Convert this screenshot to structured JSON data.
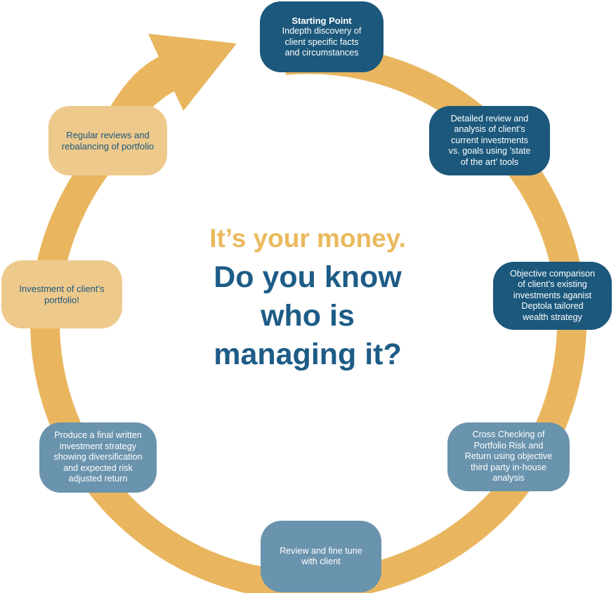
{
  "colors": {
    "dark_blue": "#1b587c",
    "slate_blue": "#6a93ad",
    "tan": "#eec98c",
    "ring_gold": "#e9b65f",
    "headline_gold": "#eab95e",
    "headline_blue": "#1d5c86"
  },
  "center": {
    "line1": "It’s your money.",
    "line2": "Do you know",
    "line3": "who is",
    "line4": "managing it?"
  },
  "steps": [
    {
      "id": "starting-point",
      "title": "Starting Point",
      "text": "Indepth discovery of\nclient specific facts\nand circumstances"
    },
    {
      "id": "detailed-review",
      "text": "Detailed review and\nanalysis of client’s\ncurrent investments\nvs. goals using ’state\nof the art’ tools"
    },
    {
      "id": "objective-comparison",
      "text": "Objective comparison\nof client’s existing\ninvestments aganist\nDeptola tailored\nwealth strategy"
    },
    {
      "id": "cross-checking",
      "text": "Cross Checking of\nPortfolio Risk and\nReturn using objective\nthird party in-house\nanalysis"
    },
    {
      "id": "review-fine-tune",
      "text": "Review and fine tune\nwith client"
    },
    {
      "id": "produce-strategy",
      "text": "Produce a final written\ninvestment strategy\nshowing diversification\nand expected risk\nadjusted return"
    },
    {
      "id": "investment-portfolio",
      "text": "Investment of client’s\nportfolio!"
    },
    {
      "id": "regular-reviews",
      "text": "Regular reviews and\nrebalancing of portfolio"
    }
  ]
}
